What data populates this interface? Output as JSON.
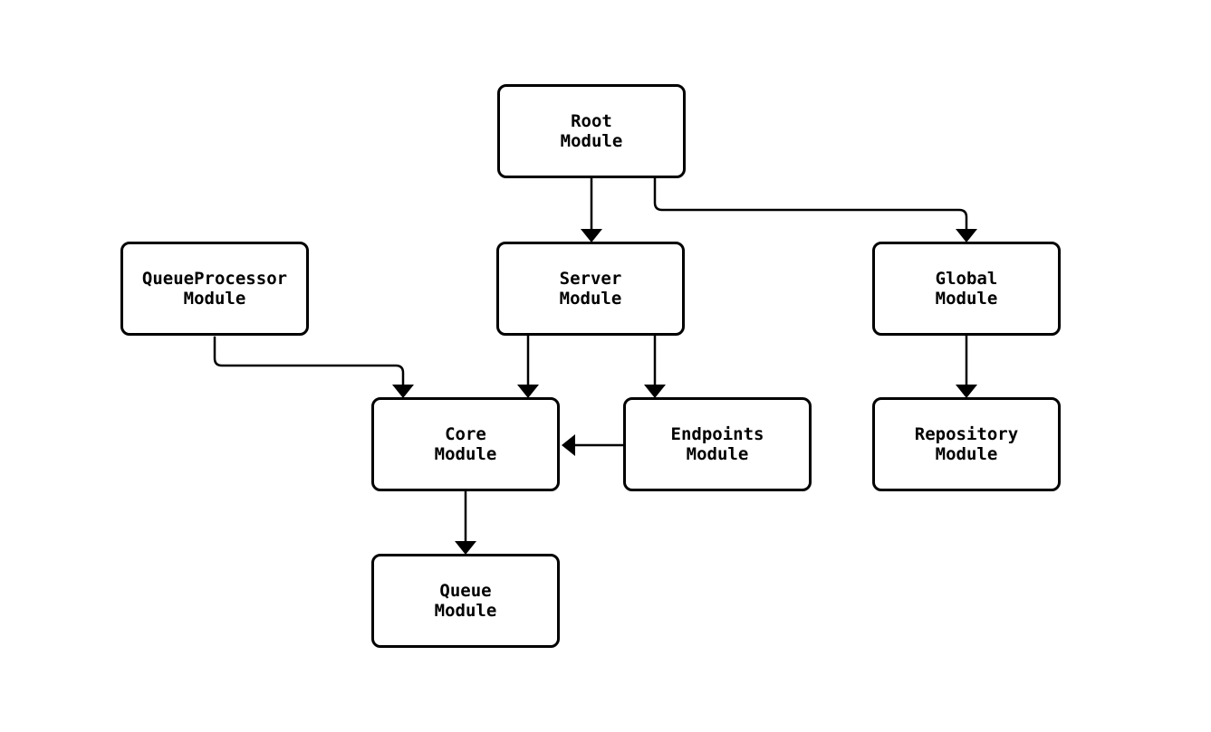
{
  "diagram": {
    "type": "flowchart",
    "background_color": "#ffffff",
    "colors": {
      "node_fill": "#ffffff",
      "node_border": "#000000",
      "edge": "#000000",
      "text": "#000000"
    },
    "nodes": {
      "root": {
        "label": "Root\nModule"
      },
      "queueprocessor": {
        "label": "QueueProcessor\nModule"
      },
      "server": {
        "label": "Server\nModule"
      },
      "global": {
        "label": "Global\nModule"
      },
      "core": {
        "label": "Core\nModule"
      },
      "endpoints": {
        "label": "Endpoints\nModule"
      },
      "repository": {
        "label": "Repository\nModule"
      },
      "queue": {
        "label": "Queue\nModule"
      }
    },
    "edges": [
      {
        "from": "Root Module",
        "to": "Server Module"
      },
      {
        "from": "Root Module",
        "to": "Global Module"
      },
      {
        "from": "QueueProcessor Module",
        "to": "Core Module"
      },
      {
        "from": "Server Module",
        "to": "Core Module"
      },
      {
        "from": "Server Module",
        "to": "Endpoints Module"
      },
      {
        "from": "Endpoints Module",
        "to": "Core Module"
      },
      {
        "from": "Global Module",
        "to": "Repository Module"
      },
      {
        "from": "Core Module",
        "to": "Queue Module"
      }
    ]
  }
}
